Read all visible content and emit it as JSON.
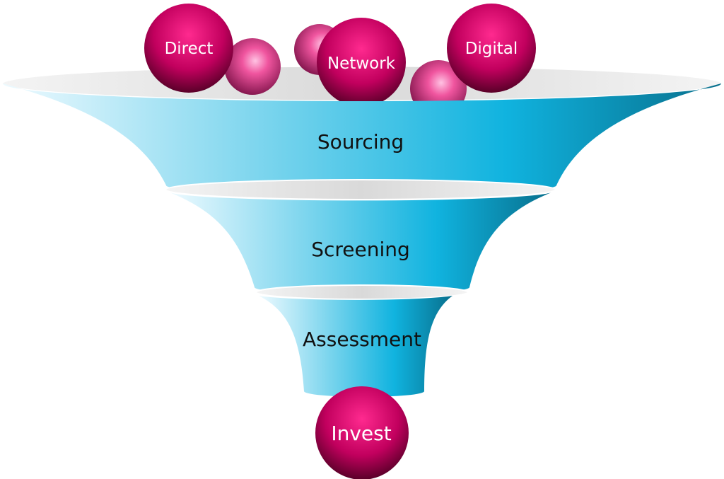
{
  "title": "Investment funnel",
  "sources": [
    "Direct",
    "Network",
    "Digital"
  ],
  "stages": [
    "Sourcing",
    "Screening",
    "Assessment"
  ],
  "outcome": "Invest",
  "colors": {
    "funnel_light": "#d8f2fa",
    "funnel_mid": "#13b5e0",
    "funnel_dark": "#0a7a98",
    "rim": "#e6e6e6",
    "ball": "#c0005e",
    "ball_light": "#ff4fa6"
  }
}
